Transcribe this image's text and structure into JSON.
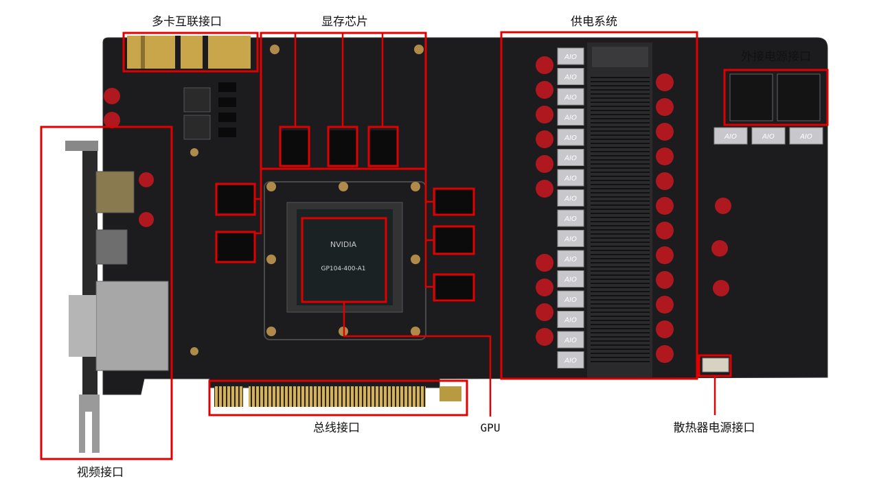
{
  "labels": {
    "multi_card": "多卡互联接口",
    "memory": "显存芯片",
    "power_supply": "供电系统",
    "ext_power": "外接电源接口",
    "video": "视频接口",
    "bus": "总线接口",
    "gpu": "GPU",
    "fan_power": "散热器电源接口"
  },
  "chip_text": {
    "brand": "NVIDIA",
    "model": "GP104-400-A1"
  },
  "choke_text": "AIO",
  "colors": {
    "highlight": "#e00000",
    "pcb": "#1b1b1d",
    "gold": "#c9a64a",
    "heatsink": "#2a2a2c",
    "choke": "#c8c8cc"
  }
}
